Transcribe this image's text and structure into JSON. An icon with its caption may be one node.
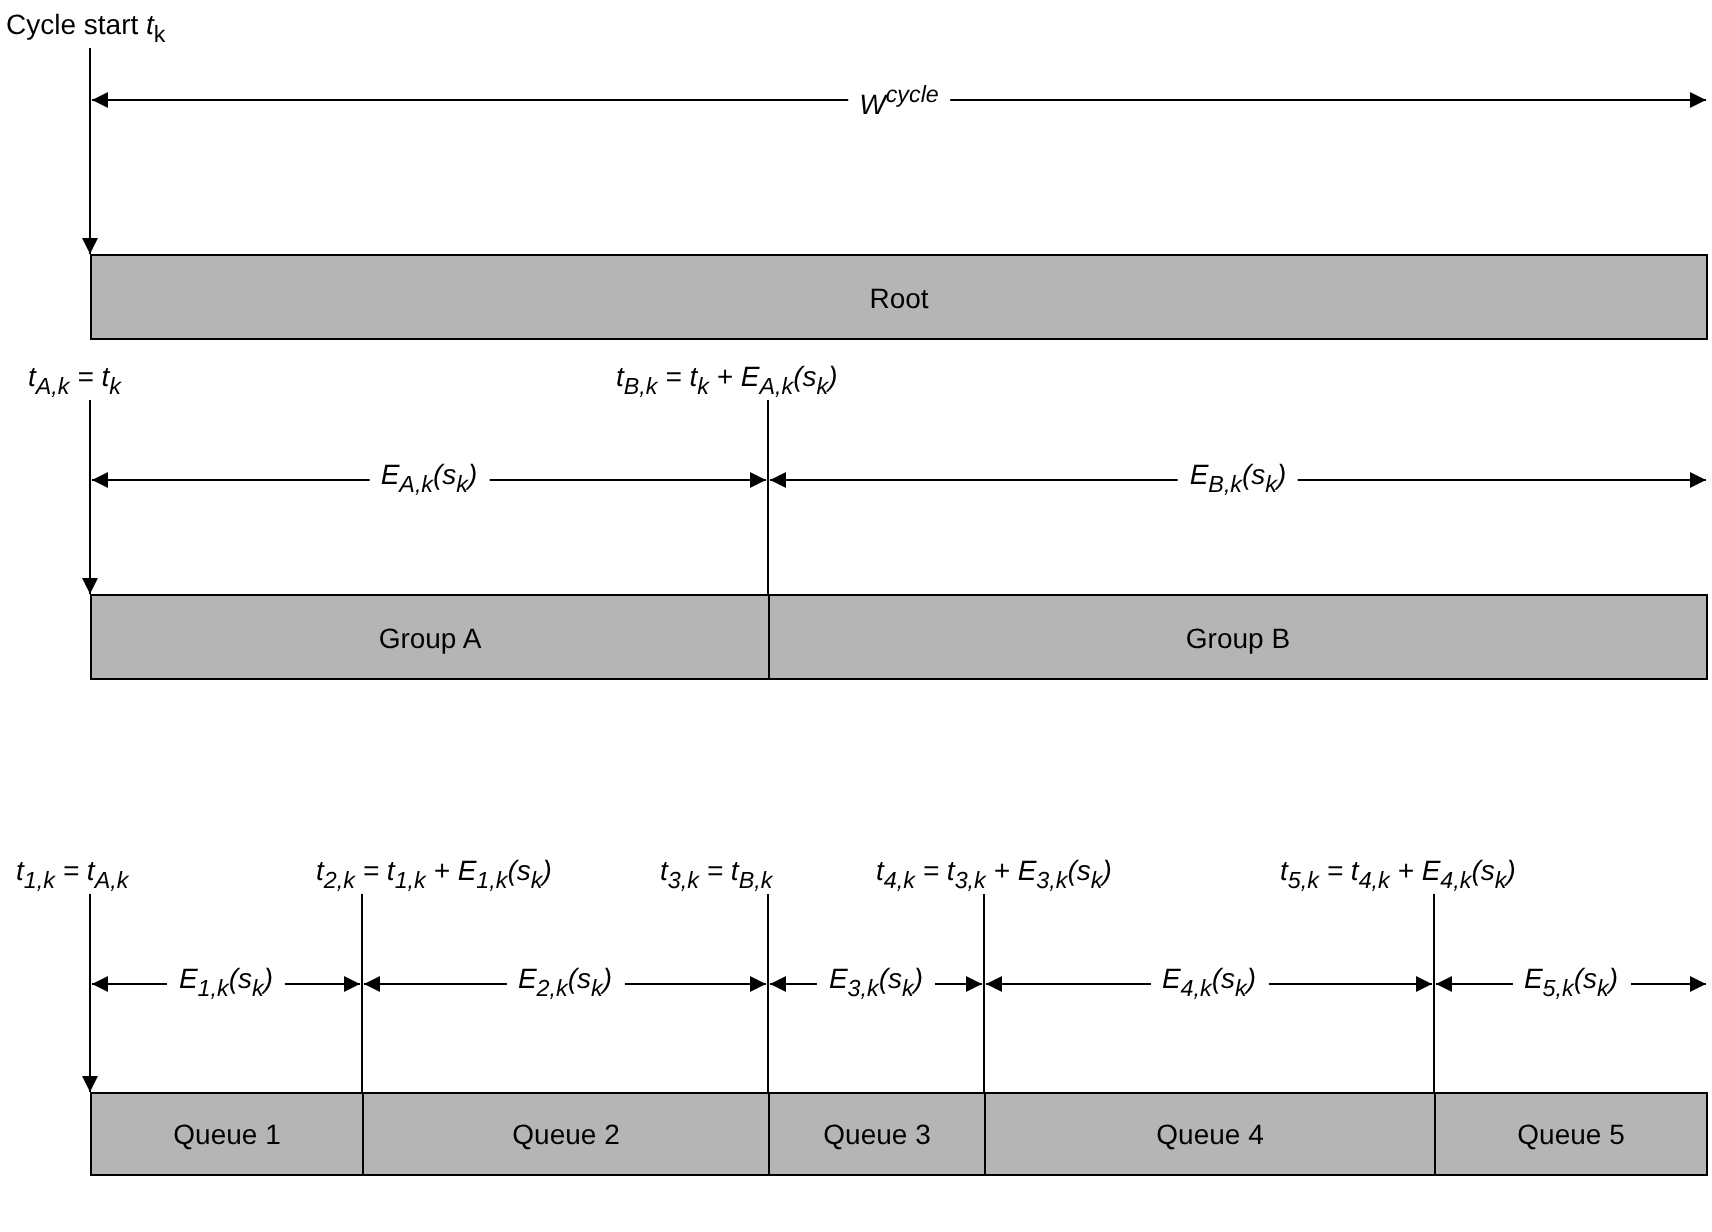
{
  "diagram": {
    "nodes": [
      {
        "text": [
          "Cycle start *t*$_{k}$"
        ]
      },
      {
        "text": [
          "Root"
        ]
      },
      {
        "text": [
          "t$_{A,k}$ = t$_{k}$"
        ]
      },
      {
        "text": [
          "t$_{B,k}$ = t$_{k}$ + E$_{A,k}$(s$_{k}$)"
        ]
      },
      {
        "text": [
          "Group A"
        ]
      },
      {
        "text": [
          "Group B"
        ]
      },
      {
        "text": [
          "t$_{1,k}$ = t$_{A,k}$"
        ]
      },
      {
        "text": [
          "t$_{2,k}$ = t$_{1,k}$ + E$_{1,k}$(s$_{k}$)"
        ]
      },
      {
        "text": [
          "t$_{3,k}$ = t$_{B,k}$"
        ]
      },
      {
        "text": [
          "t$_{4,k}$ = t$_{3,k}$ + E$_{3,k}$(s$_{k}$)"
        ]
      },
      {
        "text": [
          "t$_{5,k}$ = t$_{4,k}$ + E$_{4,k}$(s$_{k}$)"
        ]
      },
      {
        "text": [
          "Queue 1"
        ]
      },
      {
        "text": [
          "Queue 2"
        ]
      },
      {
        "text": [
          "Queue 3"
        ]
      },
      {
        "text": [
          "Queue 4"
        ]
      },
      {
        "text": [
          "Queue 5"
        ]
      }
    ],
    "edges": [
      {
        "from": 0,
        "to": 1,
        "arrow": "to"
      },
      {
        "from": 2,
        "to": 4,
        "arrow": "to"
      },
      {
        "from": 3,
        "to": 5,
        "arrow": "none"
      },
      {
        "from": 6,
        "to": 11,
        "arrow": "to"
      },
      {
        "from": 7,
        "to": 12,
        "arrow": "none"
      },
      {
        "from": 8,
        "to": 13,
        "arrow": "none"
      },
      {
        "from": 9,
        "to": 14,
        "arrow": "none"
      },
      {
        "from": 10,
        "to": 15,
        "arrow": "none"
      }
    ],
    "labels": [
      "W$^{cycle}$",
      "E$_{A,k}$(s$_{k}$)",
      "E$_{B,k}$(s$_{k}$)",
      "E$_{1,k}$(s$_{k}$)",
      "E$_{2,k}$(s$_{k}$)",
      "E$_{3,k}$(s$_{k}$)",
      "E$_{4,k}$(s$_{k}$)",
      "E$_{5,k}$(s$_{k}$)"
    ]
  }
}
